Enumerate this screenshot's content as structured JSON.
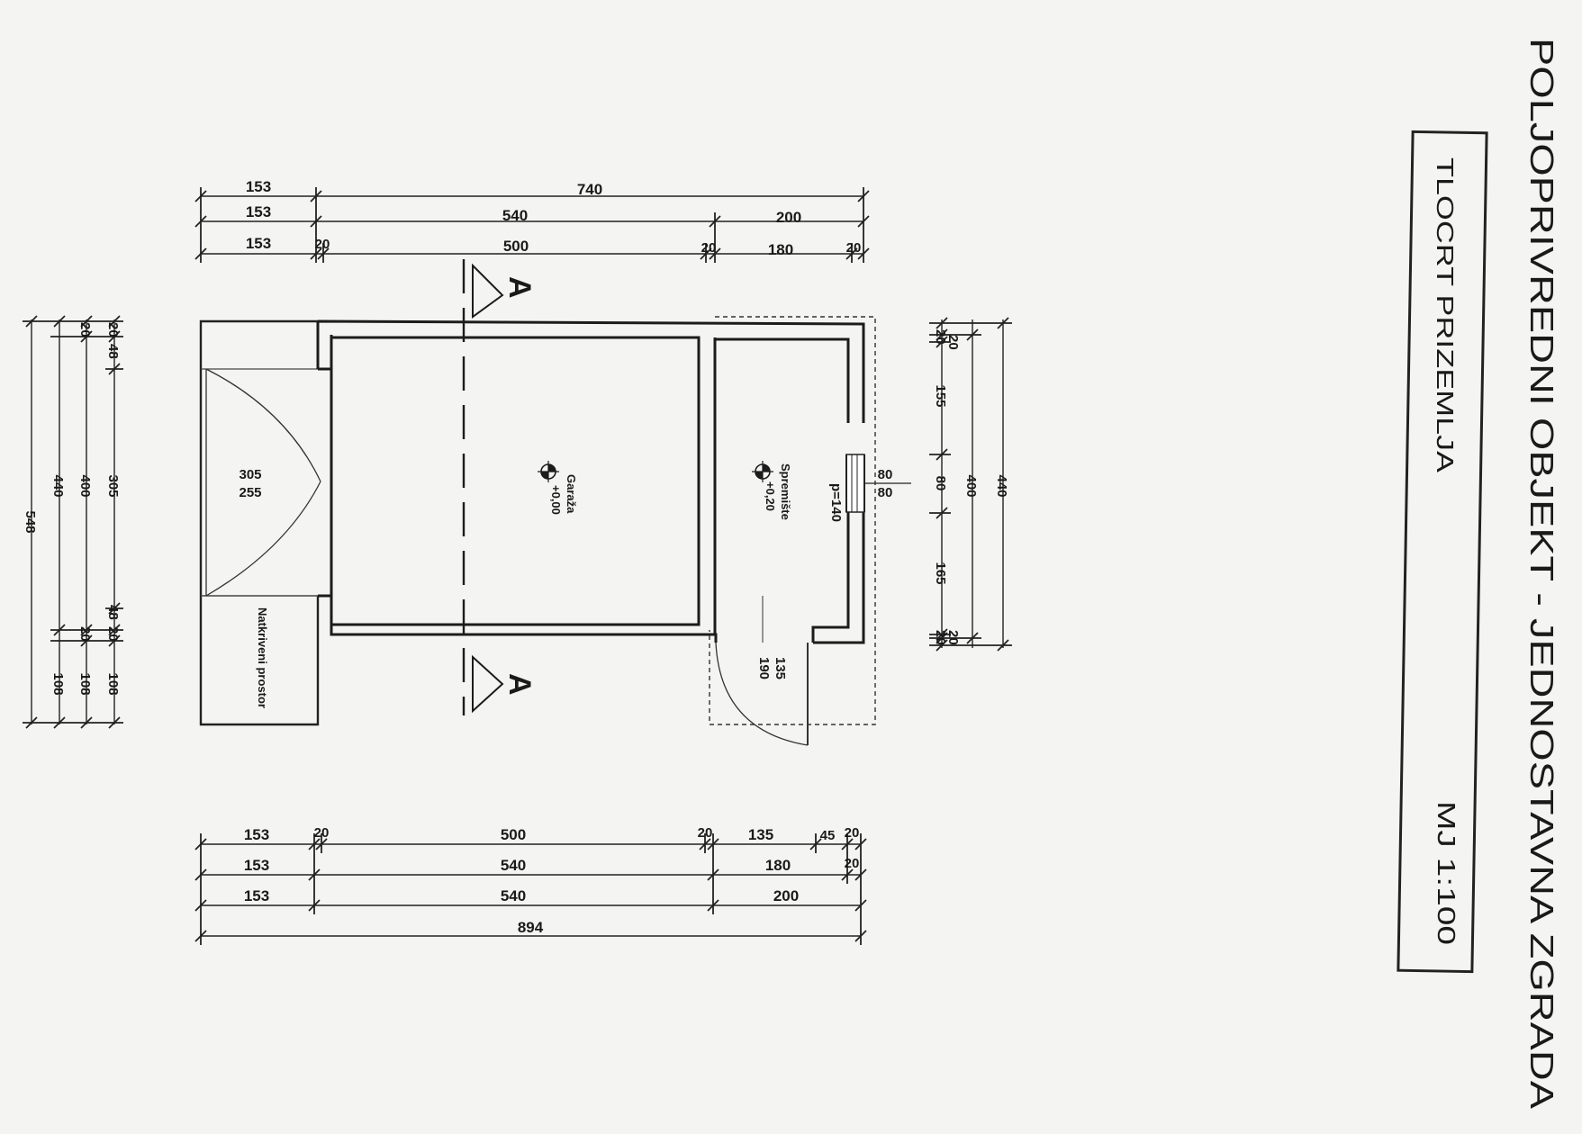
{
  "title": "POLJOPRIVREDNI OBJEKT - JEDNOSTAVNA ZGRADA",
  "subtitle": "TLOCRT PRIZEMLJA",
  "scale": "MJ 1:100",
  "section_mark": "A",
  "rooms": {
    "garage_name": "Garaža",
    "garage_level": "+0,00",
    "storage_name": "Spremište",
    "storage_level": "+0,20",
    "covered_name": "Natkriveni prostor"
  },
  "window_label": "p=140",
  "top_dimensions": {
    "row1": [
      "153",
      "740"
    ],
    "row2": [
      "153",
      "540",
      "200"
    ],
    "row3": [
      "153",
      "20",
      "500",
      "20",
      "180",
      "20"
    ]
  },
  "bottom_dimensions": {
    "row1": [
      "153",
      "20",
      "500",
      "20",
      "135",
      "45",
      "20"
    ],
    "row2": [
      "153",
      "540",
      "180",
      "20"
    ],
    "row3": [
      "153",
      "540",
      "200"
    ],
    "row4": [
      "894"
    ]
  },
  "right_dimensions": {
    "row1": [
      "20",
      "20",
      "155",
      "80",
      "165",
      "20",
      "20"
    ],
    "row2": [
      "400"
    ],
    "row3": [
      "440"
    ]
  },
  "left_dimensions": {
    "row1": [
      "20",
      "48",
      "305",
      "48",
      "20",
      "108"
    ],
    "row2": [
      "20",
      "400",
      "20",
      "108"
    ],
    "row3": [
      "440",
      "108"
    ],
    "row4": [
      "548"
    ]
  },
  "opening_labels": {
    "garage_door_top": "305",
    "garage_door_bottom": "255",
    "storage_door_top": "135",
    "storage_door_bottom": "190",
    "window_top": "80",
    "window_bottom": "80"
  }
}
